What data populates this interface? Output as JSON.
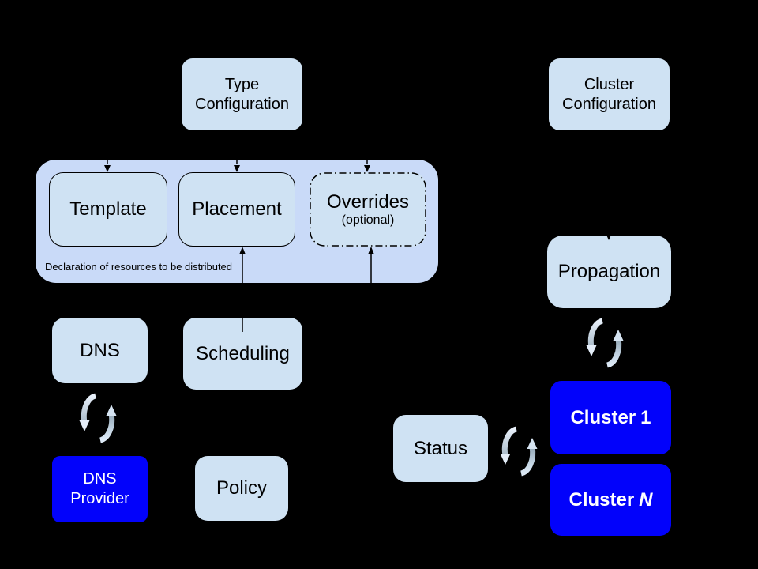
{
  "diagram_type": "architecture-diagram",
  "colors": {
    "background": "#000000",
    "node_fill": "#cfe2f3",
    "container_fill": "#c9daf8",
    "cluster_fill": "#0202fb",
    "text_dark": "#000000",
    "text_light": "#ffffff",
    "connector": "#000000",
    "sync_light": "#dfe9f5",
    "sync_gray": "#93a7b7"
  },
  "nodes": {
    "type_configuration": {
      "label": "Type\nConfiguration"
    },
    "cluster_configuration": {
      "label": "Cluster\nConfiguration"
    },
    "template": {
      "label": "Template"
    },
    "placement": {
      "label": "Placement"
    },
    "overrides": {
      "label": "Overrides",
      "sublabel": "(optional)"
    },
    "declaration": {
      "caption": "Declaration of resources to be distributed"
    },
    "dns": {
      "label": "DNS"
    },
    "scheduling": {
      "label": "Scheduling"
    },
    "propagation": {
      "label": "Propagation"
    },
    "dns_provider": {
      "label": "DNS\nProvider"
    },
    "policy": {
      "label": "Policy"
    },
    "status": {
      "label": "Status"
    },
    "cluster_1": {
      "prefix": "Cluster",
      "suffix": "1"
    },
    "cluster_n": {
      "prefix": "Cluster",
      "suffix": "N"
    }
  },
  "icons": {
    "sync": "sync-icon (two curved arrows forming a cycle)"
  },
  "connectors": [
    {
      "from": "type_configuration",
      "to": "template",
      "style": "dashed-arrow"
    },
    {
      "from": "type_configuration",
      "to": "placement",
      "style": "dashed-arrow"
    },
    {
      "from": "type_configuration",
      "to": "overrides",
      "style": "dashed-arrow"
    },
    {
      "from": "scheduling",
      "to": "placement",
      "style": "solid-arrow"
    },
    {
      "from": "below",
      "to": "overrides",
      "style": "solid-arrow"
    },
    {
      "from": "cluster_configuration",
      "to": "propagation",
      "style": "solid-arrow"
    },
    {
      "between": [
        "dns",
        "dns_provider"
      ],
      "style": "sync"
    },
    {
      "between": [
        "propagation",
        "cluster_1"
      ],
      "style": "sync"
    },
    {
      "between": [
        "status",
        "cluster_1"
      ],
      "style": "sync"
    }
  ]
}
